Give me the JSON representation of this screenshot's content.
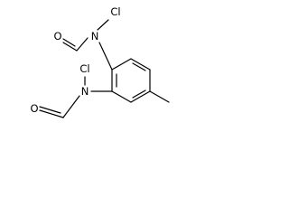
{
  "molecule": {
    "atoms": {
      "n1": "N",
      "cl1": "Cl",
      "o1": "O",
      "n2": "N",
      "cl2": "Cl",
      "o2": "O"
    }
  }
}
